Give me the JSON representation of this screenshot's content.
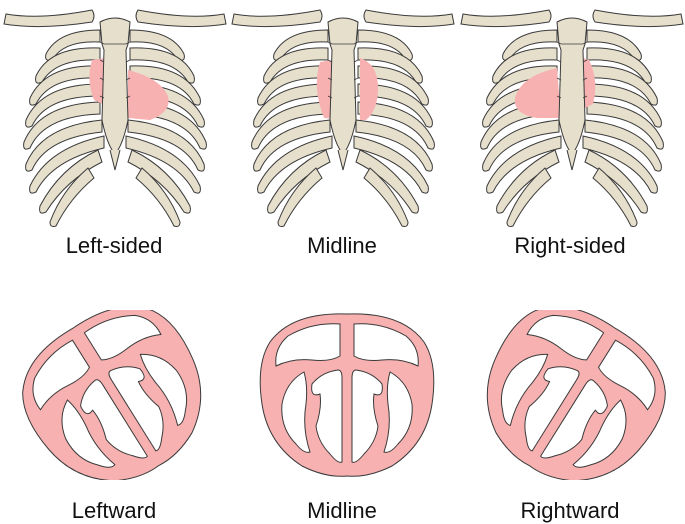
{
  "colors": {
    "bone_fill": "#e6dfcc",
    "bone_stroke": "#3a3a3a",
    "heart_fill": "#f7b1b1",
    "heart_light": "#f9c8c8",
    "chamber_fill": "#ffffff",
    "text": "#111111"
  },
  "top_row": {
    "labels": [
      "Left-sided",
      "Midline",
      "Right-sided"
    ]
  },
  "bottom_row": {
    "labels": [
      "Leftward",
      "Midline",
      "Rightward"
    ]
  }
}
